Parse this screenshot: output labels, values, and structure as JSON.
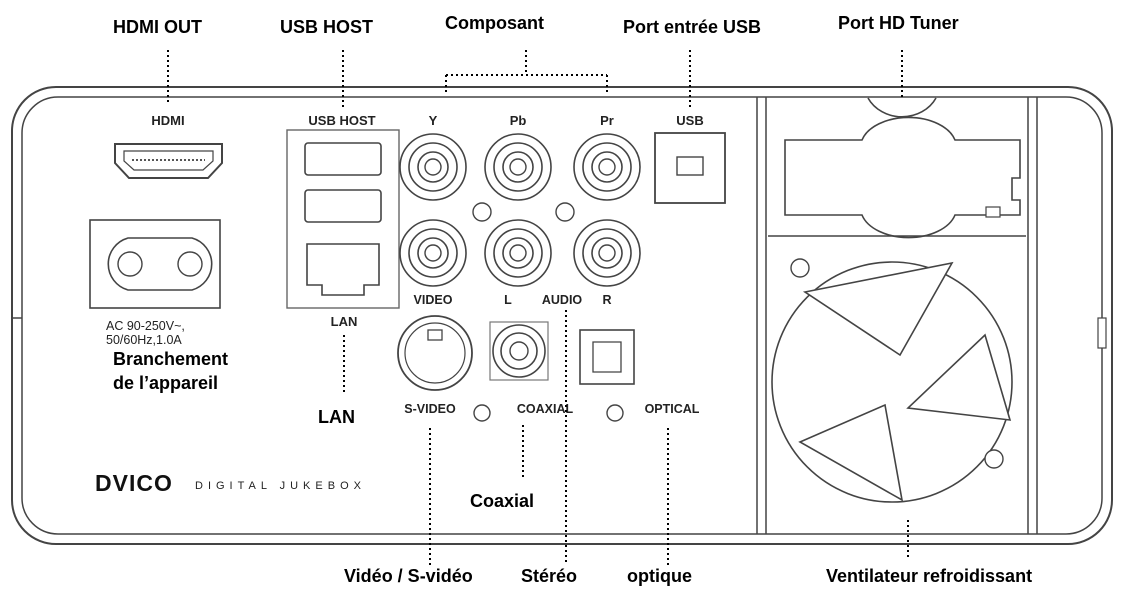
{
  "callouts": {
    "hdmi_out": "HDMI OUT",
    "usb_host": "USB HOST",
    "composant": "Composant",
    "port_entree_usb": "Port entrée USB",
    "port_hd_tuner": "Port HD Tuner",
    "branchement_line1": "Branchement",
    "branchement_line2": "de l’appareil",
    "lan": "LAN",
    "coaxial": "Coaxial",
    "video_svideo": "Vidéo / S-vidéo",
    "stereo": "Stéréo",
    "optique": "optique",
    "ventilateur": "Ventilateur refroidissant"
  },
  "panel_labels": {
    "hdmi": "HDMI",
    "usb_host": "USB HOST",
    "y": "Y",
    "pb": "Pb",
    "pr": "Pr",
    "usb": "USB",
    "power_line1": "AC 90-250V~,",
    "power_line2": "50/60Hz,1.0A",
    "lan": "LAN",
    "video": "VIDEO",
    "audio_l": "L",
    "audio": "AUDIO",
    "audio_r": "R",
    "s_video": "S-VIDEO",
    "coaxial": "COAXIAL",
    "optical": "OPTICAL"
  },
  "brand": {
    "logo": "DVICO",
    "tagline": "DIGITAL JUKEBOX"
  }
}
